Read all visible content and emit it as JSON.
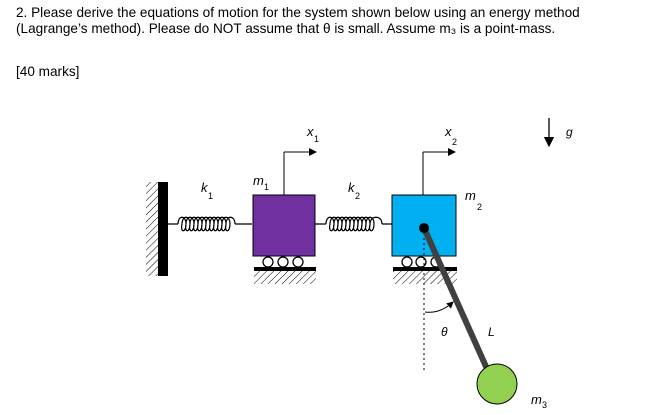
{
  "question": {
    "line1": "2. Please derive the equations of motion for the system shown below using an energy method",
    "line2": "(Lagrange’s method). Please do NOT assume that θ is small. Assume m₃ is a point-mass.",
    "marks": "[40 marks]"
  },
  "figure": {
    "k1": {
      "base": "k",
      "sub": "1"
    },
    "k2": {
      "base": "k",
      "sub": "2"
    },
    "m1": {
      "base": "m",
      "sub": "1"
    },
    "m2": {
      "base": "m",
      "sub": "2"
    },
    "x1": {
      "base": "x",
      "sub": "1"
    },
    "x2": {
      "base": "x",
      "sub": "2"
    },
    "m3": {
      "base": "m",
      "sub": "3"
    },
    "g": "g",
    "theta": "θ",
    "L": "L",
    "colors": {
      "m1_block": "#7030a0",
      "m2_block": "#00b0f0",
      "m3_ball": "#92d050",
      "pendulum_rod": "#404040",
      "ground": "#000000"
    }
  }
}
